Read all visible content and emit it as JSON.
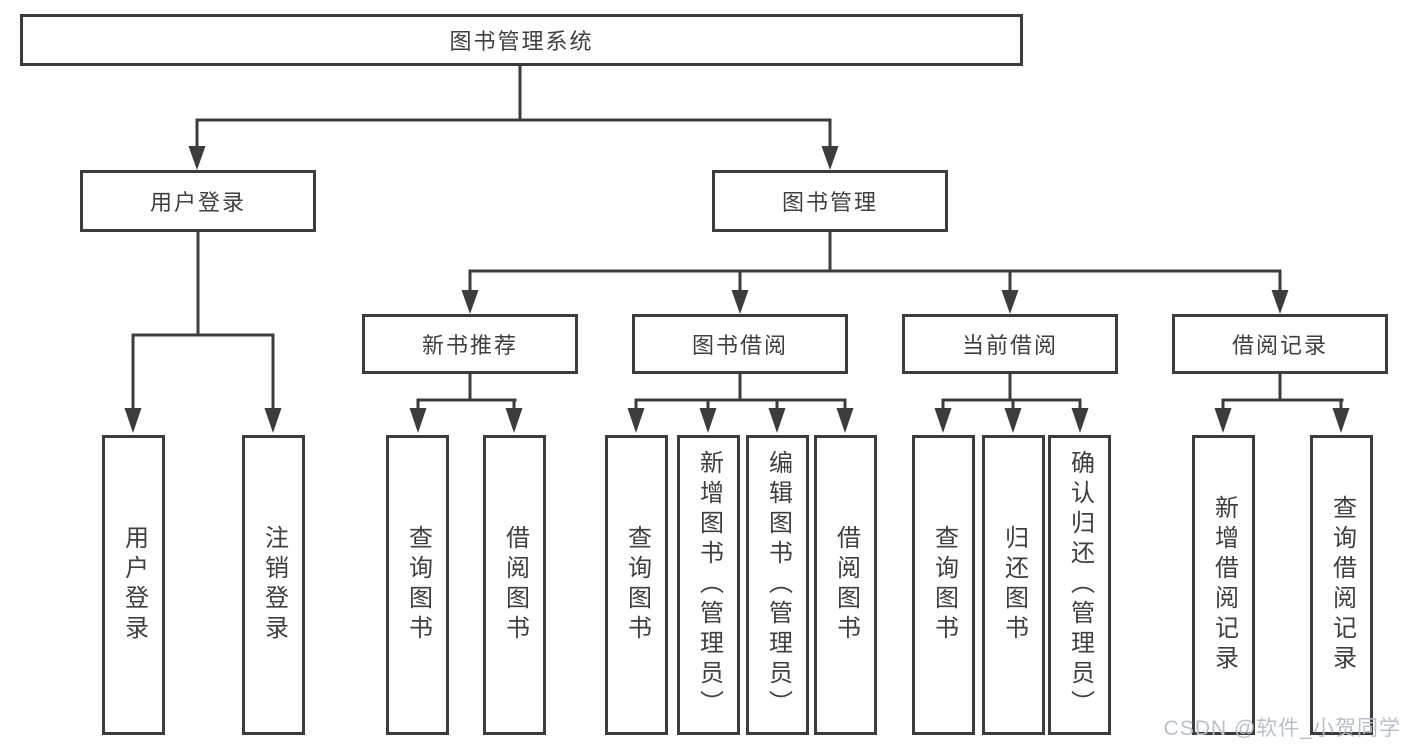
{
  "diagram": {
    "type": "tree",
    "root": {
      "label": "图书管理系统"
    },
    "branches": [
      {
        "label": "用户登录",
        "children": [
          {
            "label": "用户登录"
          },
          {
            "label": "注销登录"
          }
        ]
      },
      {
        "label": "图书管理",
        "children": [
          {
            "label": "新书推荐",
            "children": [
              {
                "label": "查询图书"
              },
              {
                "label": "借阅图书"
              }
            ]
          },
          {
            "label": "图书借阅",
            "children": [
              {
                "label": "查询图书"
              },
              {
                "label": "新增图书（管理员）"
              },
              {
                "label": "编辑图书（管理员）"
              },
              {
                "label": "借阅图书"
              }
            ]
          },
          {
            "label": "当前借阅",
            "children": [
              {
                "label": "查询图书"
              },
              {
                "label": "归还图书"
              },
              {
                "label": "确认归还（管理员）"
              }
            ]
          },
          {
            "label": "借阅记录",
            "children": [
              {
                "label": "新增借阅记录"
              },
              {
                "label": "查询借阅记录"
              }
            ]
          }
        ]
      }
    ],
    "watermark": "CSDN @软件_小贺同学",
    "colors": {
      "line": "#3c3c3c",
      "text": "#3f3f3f",
      "background": "#ffffff",
      "watermark": "#b9c0c9"
    }
  }
}
